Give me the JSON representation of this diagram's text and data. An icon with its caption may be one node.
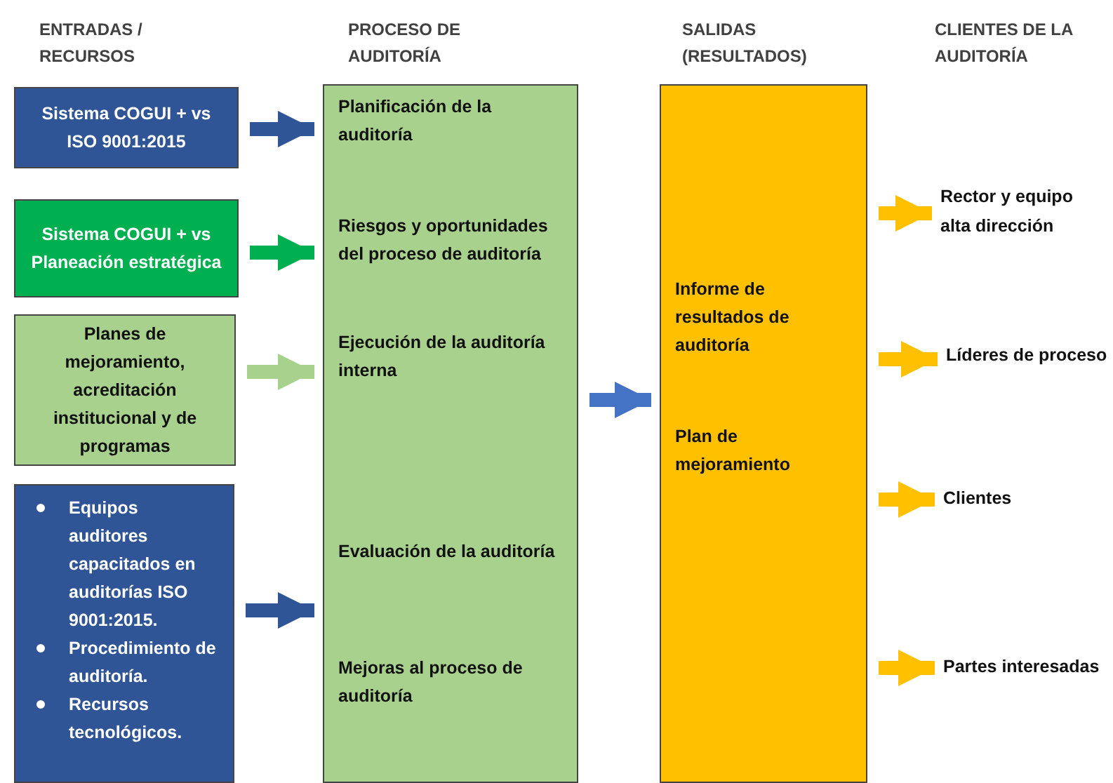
{
  "diagram": {
    "nodes": [
      {
        "text": [
          "Sistema COGUI + vs ISO 9001:2015"
        ]
      },
      {
        "text": [
          "Sistema COGUI + vs Planeación estratégica"
        ]
      },
      {
        "text": [
          "Planes de mejoramiento, acreditación institucional y de programas"
        ]
      },
      {
        "text": [
          "Equipos auditores capacitados en auditorías ISO 9001:2015.",
          "Procedimiento de auditoría.",
          "Recursos tecnológicos."
        ]
      },
      {
        "text": [
          "Planificación de la auditoría",
          "Riesgos y oportunidades del proceso de auditoría",
          "Ejecución de la auditoría interna",
          "Evaluación de la auditoría",
          "Mejoras al proceso de auditoría"
        ]
      },
      {
        "text": [
          "Informe de resultados de auditoría",
          "Plan de mejoramiento"
        ]
      },
      {
        "text": [
          "Rector y equipo alta dirección"
        ]
      },
      {
        "text": [
          "Líderes de proceso"
        ]
      },
      {
        "text": [
          "Clientes"
        ]
      },
      {
        "text": [
          "Partes interesadas"
        ]
      }
    ],
    "edges": [
      {
        "from": 0,
        "to": 4,
        "arrow": "to",
        "color": "#2f5597"
      },
      {
        "from": 1,
        "to": 4,
        "arrow": "to",
        "color": "#00b050"
      },
      {
        "from": 2,
        "to": 4,
        "arrow": "to",
        "color": "#a9d18e"
      },
      {
        "from": 3,
        "to": 4,
        "arrow": "to",
        "color": "#2f5597"
      },
      {
        "from": 4,
        "to": 5,
        "arrow": "to",
        "color": "#4472c4"
      },
      {
        "from": 5,
        "to": 6,
        "arrow": "to"
      },
      {
        "from": 5,
        "to": 7,
        "arrow": "to"
      },
      {
        "from": 5,
        "to": 8,
        "arrow": "to"
      },
      {
        "from": 5,
        "to": 9,
        "arrow": "to"
      }
    ],
    "labels": [
      "ENTRADAS / RECURSOS",
      "PROCESO DE AUDITORÍA",
      "SALIDAS (RESULTADOS)",
      "CLIENTES DE LA AUDITORÍA"
    ]
  }
}
